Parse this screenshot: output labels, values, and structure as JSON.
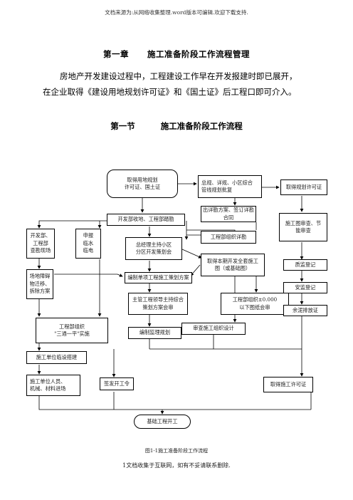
{
  "header": "文档来源为:从网络收集整理.word版本可编辑.欢迎下载支持.",
  "chapter": {
    "number": "第一章",
    "title": "施工准备阶段工作流程管理"
  },
  "intro": {
    "line1": "房地产开发建设过程中，工程建设工作早在开发报建时即已展开，",
    "line2": "在企业取得《建设用地规划许可证》和《国土证》后工程口即可介入。"
  },
  "section": {
    "number": "第一节",
    "title": "施工准备阶段工作流程"
  },
  "flow": {
    "b1": "取得用地规划\n许可证、国土证",
    "b2": "总规、详规、小区综合\n管线规划批复",
    "b3": "取得规划许可证",
    "b4": "出详勘方案、签订详勘\n合同",
    "b5": "施工图审查、节\n能审查",
    "b6": "开发部收地、工程部踏勘",
    "b7": "工程部组织详勘",
    "b8": "开发部、\n工程部\n查勘现场",
    "b9": "申报\n临水\n临电",
    "b10": "总经理主持小区\n分区开发策划会",
    "b11": "取得本期开发全套施工\n图（或基础图）",
    "b12": "质监登记",
    "b13": "场地障碍\n物迁移、\n拆除方案",
    "b14": "编制单项工程施工策划方案",
    "b15": "安监登记",
    "b16": "主管工程领导主持综合\n策划方案会审",
    "b17": "工程部组织±0.000\n以下图纸会审",
    "b18": "余泥排放证",
    "b19": "工程部组织\n\"三通一平\"实施",
    "b20": "审查施工组织设计",
    "b21": "编制监理规划",
    "b22": "施工单位临设搭建",
    "b23": "施工单位人员、\n机械、材料进场",
    "b24": "签发开工令",
    "b25": "取得施工许可证",
    "b26": "基础工程开工"
  },
  "caption": "图1-1施工准备阶段工作流程",
  "footer": "1文档收集于互联网，如有不妥请联系删除."
}
